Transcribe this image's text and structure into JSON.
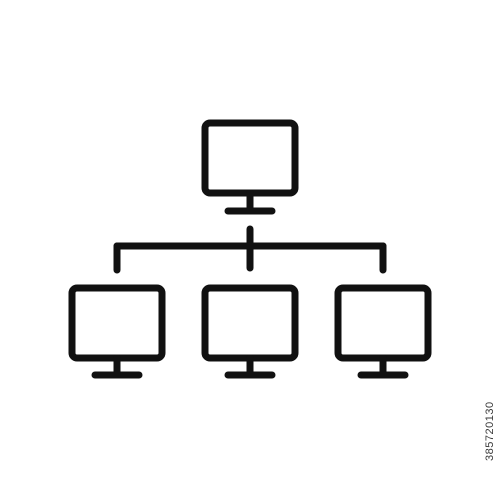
{
  "icon": {
    "name": "computer-network-hierarchy-icon",
    "stroke_color": "#111111",
    "background_color": "#ffffff",
    "monitors": [
      {
        "id": "monitor-top",
        "role": "server"
      },
      {
        "id": "monitor-bottom-left",
        "role": "client"
      },
      {
        "id": "monitor-bottom-middle",
        "role": "client"
      },
      {
        "id": "monitor-bottom-right",
        "role": "client"
      }
    ]
  },
  "watermark": {
    "stock_id": "385720130"
  }
}
